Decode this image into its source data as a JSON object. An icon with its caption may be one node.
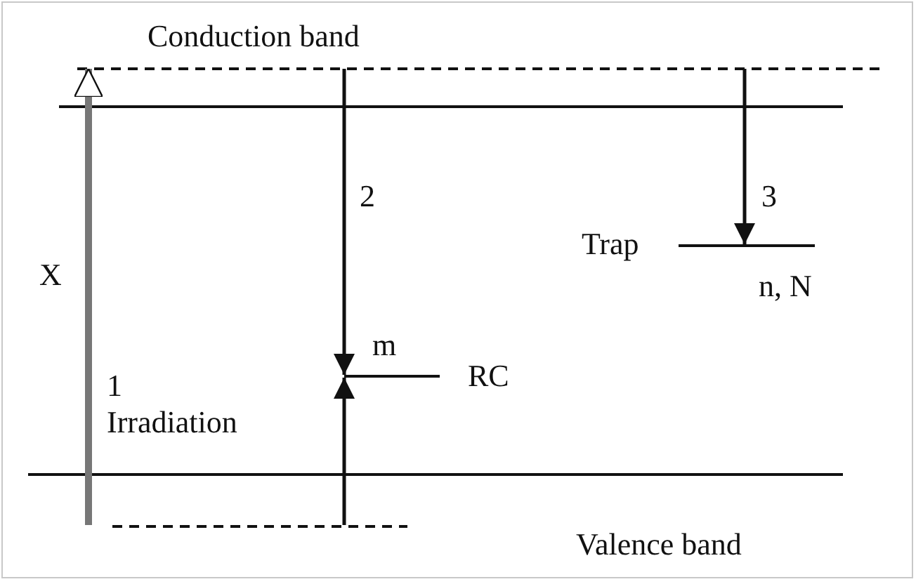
{
  "diagram": {
    "nodes": [
      {
        "text": [
          "Conduction band"
        ]
      },
      {
        "text": [
          "Valence band"
        ]
      },
      {
        "text": [
          "Trap"
        ],
        "beside": [
          "n, N"
        ]
      },
      {
        "text": [
          "RC"
        ],
        "beside": [
          "m"
        ]
      }
    ],
    "edges": [
      {
        "from": 1,
        "to": 0,
        "arrow": "to",
        "label": "1 Irradiation",
        "style": "thick",
        "color": "#777777"
      },
      {
        "from": 0,
        "to": 3,
        "arrow": "to",
        "label": "2"
      },
      {
        "from": 0,
        "to": 2,
        "arrow": "to",
        "label": "3"
      },
      {
        "from": 1,
        "to": 3,
        "arrow": "to"
      }
    ],
    "labels": [
      "X"
    ]
  }
}
